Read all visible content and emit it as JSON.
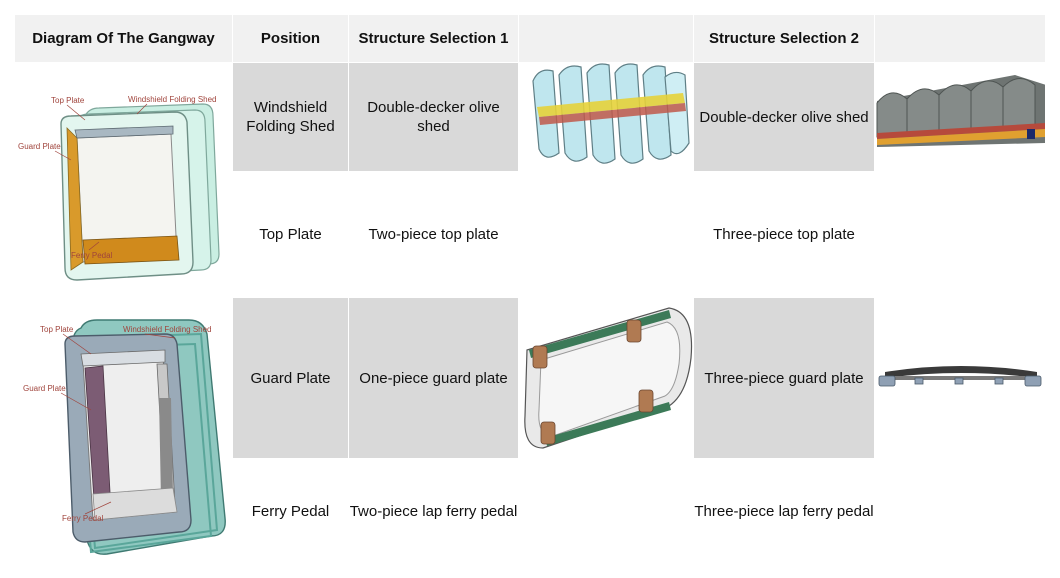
{
  "header": {
    "col_diagram": "Diagram Of The Gangway",
    "col_position": "Position",
    "col_structure1": "Structure Selection 1",
    "col_img1": "",
    "col_structure2": "Structure Selection 2",
    "col_img2": ""
  },
  "diagrams": [
    {
      "labels": {
        "top_plate": "Top Plate",
        "windshield": "Windshield Folding Shed",
        "guard_plate": "Guard Plate",
        "ferry_pedal": "Ferry Pedal"
      }
    },
    {
      "labels": {
        "top_plate": "Top Plate",
        "windshield": "Windshield Folding Shed",
        "guard_plate": "Guard Plate",
        "ferry_pedal": "Ferry Pedal"
      }
    }
  ],
  "rows": [
    {
      "position": "Windshield Folding Shed",
      "structure1": "Double-decker olive shed",
      "structure2": "Double-decker olive shed"
    },
    {
      "position": "Top Plate",
      "structure1": "Two-piece top plate",
      "structure2": "Three-piece top plate"
    },
    {
      "position": "Guard Plate",
      "structure1": "One-piece guard plate",
      "structure2": "Three-piece guard plate"
    },
    {
      "position": "Ferry Pedal",
      "structure1": "Two-piece lap ferry pedal",
      "structure2": "Three-piece lap ferry pedal"
    }
  ],
  "images": {
    "shed1_icon": "olive-shed-light-icon",
    "shed2_icon": "olive-shed-dark-icon",
    "guard1_icon": "guard-plate-curved-icon",
    "guard2_icon": "guard-plate-flat-icon"
  },
  "colors": {
    "header_bg": "#f1f1f1",
    "cell_gray": "#d9d9d9",
    "label_red": "#a0443c",
    "shed_mint": "#bfe8dc",
    "pedal_orange": "#d9901c"
  }
}
